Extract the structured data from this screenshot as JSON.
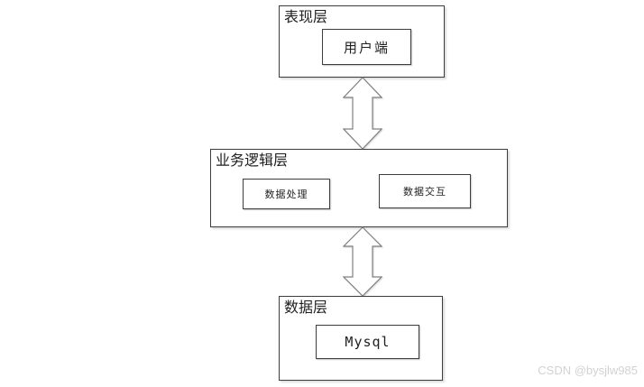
{
  "diagram": {
    "title": "three-tier-architecture",
    "layers": [
      {
        "id": "presentation",
        "label": "表现层",
        "components": [
          {
            "id": "client",
            "label": "用户端"
          }
        ]
      },
      {
        "id": "business-logic",
        "label": "业务逻辑层",
        "components": [
          {
            "id": "data-processing",
            "label": "数据处理"
          },
          {
            "id": "data-interaction",
            "label": "数据交互"
          }
        ]
      },
      {
        "id": "data",
        "label": "数据层",
        "components": [
          {
            "id": "mysql",
            "label": "Mysql"
          }
        ]
      }
    ],
    "connectors": [
      {
        "from": "presentation",
        "to": "business-logic",
        "type": "bidirectional-vertical-arrow"
      },
      {
        "from": "business-logic",
        "to": "data",
        "type": "bidirectional-vertical-arrow"
      }
    ]
  },
  "watermark": {
    "text": "CSDN @bysjlw985"
  },
  "colors": {
    "background": "#ffffff",
    "box_border": "#3d3d3d",
    "arrow_outline": "#808080",
    "arrow_fill": "#ffffff",
    "watermark_text": "#d2d2d2"
  }
}
